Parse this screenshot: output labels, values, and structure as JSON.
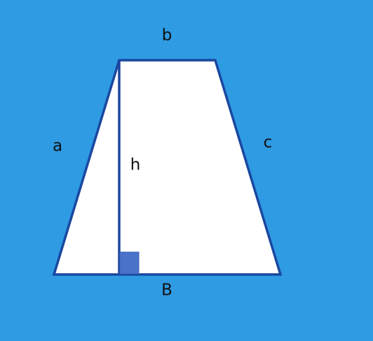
{
  "colors": {
    "background": "#2e9be3",
    "shape_fill": "#ffffff",
    "outline": "#1a47a0",
    "right_angle_marker": "#4a72c9",
    "label_text": "#111111"
  },
  "labels": {
    "top_base": "b",
    "left_side": "a",
    "height": "h",
    "right_side": "c",
    "bottom_base": "B"
  }
}
